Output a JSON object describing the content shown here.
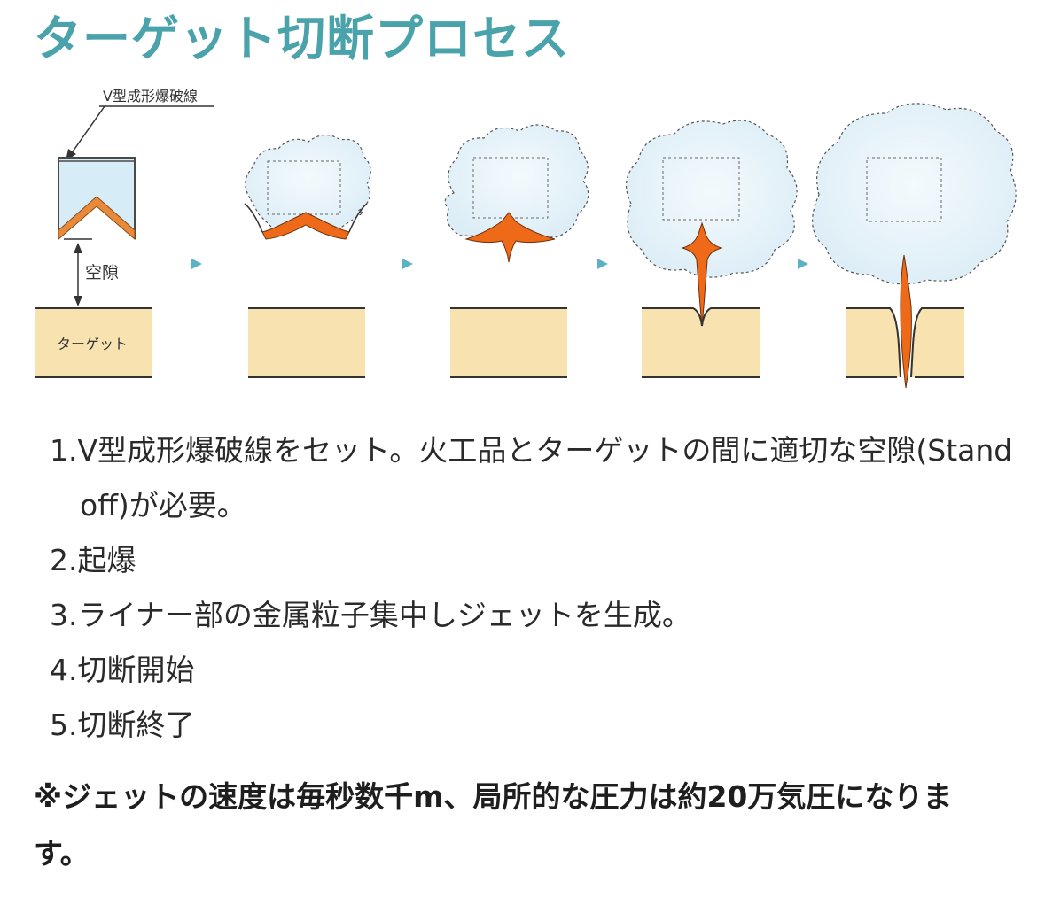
{
  "title": "ターゲット切断プロセス",
  "diagram": {
    "label_charge": "V型成形爆破線",
    "label_gap": "空隙",
    "label_target": "ターゲット",
    "colors": {
      "target_fill": "#f8e2b0",
      "jet": "#ee6a18",
      "charge_fill": "#d6ecf7",
      "cloud": "#e6f2f8",
      "arrow": "#5bb2c2",
      "accent": "#4aa3ab"
    },
    "stage_count": 5
  },
  "steps": [
    "1.V型成形爆破線をセット。火工品とターゲットの間に適切な空隙(Stand off)が必要。",
    "2.起爆",
    "3.ライナー部の金属粒子集中しジェットを生成。",
    "4.切断開始",
    "5.切断終了"
  ],
  "note": "※ジェットの速度は毎秒数千m、局所的な圧力は約20万気圧になります。"
}
